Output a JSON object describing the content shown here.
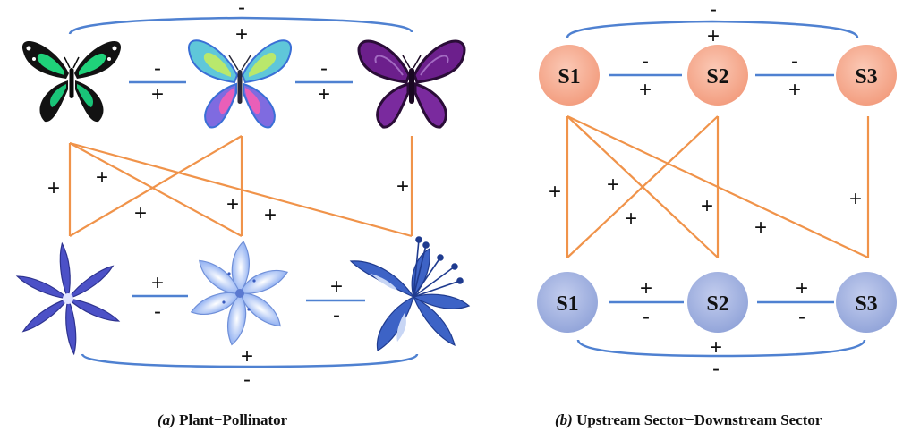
{
  "panel_a": {
    "caption_letter": "(a)",
    "caption_text": "Plant−Pollinator",
    "top_arc": {
      "above": "-",
      "below": "+"
    },
    "pollinator_links": [
      {
        "above": "-",
        "below": "+"
      },
      {
        "above": "-",
        "below": "+"
      }
    ],
    "plant_links": [
      {
        "above": "+",
        "below": "-"
      },
      {
        "above": "+",
        "below": "-"
      }
    ],
    "bottom_arc": {
      "above": "+",
      "below": "-"
    },
    "cross_signs": [
      "+",
      "+",
      "+",
      "+",
      "+",
      "+"
    ],
    "pollinators": [
      "green-butterfly-icon",
      "rainbow-butterfly-icon",
      "purple-butterfly-icon"
    ],
    "plants": [
      "star-flower-icon",
      "light-lily-icon",
      "dark-lily-icon"
    ]
  },
  "panel_b": {
    "caption_letter": "(b)",
    "caption_text": "Upstream Sector−Downstream Sector",
    "upstream": [
      "S1",
      "S2",
      "S3"
    ],
    "downstream": [
      "S1",
      "S2",
      "S3"
    ],
    "top_arc": {
      "above": "-",
      "below": "+"
    },
    "upstream_links": [
      {
        "above": "-",
        "below": "+"
      },
      {
        "above": "-",
        "below": "+"
      }
    ],
    "downstream_links": [
      {
        "above": "+",
        "below": "-"
      },
      {
        "above": "+",
        "below": "-"
      }
    ],
    "bottom_arc": {
      "above": "+",
      "below": "-"
    },
    "cross_signs": [
      "+",
      "+",
      "+",
      "+",
      "+",
      "+"
    ]
  },
  "colors": {
    "blue_line": "#4f81d1",
    "orange_line": "#f0934a",
    "upstream_fill": "#f4a98e",
    "downstream_fill": "#9fb0df"
  }
}
